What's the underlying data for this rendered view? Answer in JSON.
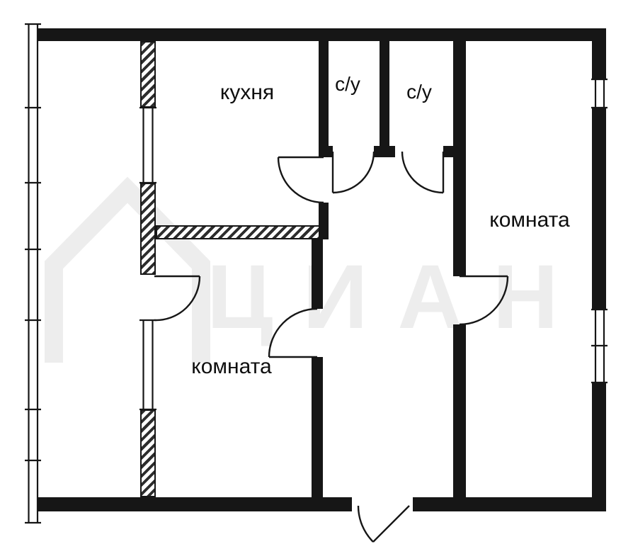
{
  "watermark": {
    "text": "ЦИАН"
  },
  "rooms": [
    {
      "id": "kitchen",
      "label": "кухня"
    },
    {
      "id": "bathroom-1",
      "label": "с/у"
    },
    {
      "id": "bathroom-2",
      "label": "с/у"
    },
    {
      "id": "room-right",
      "label": "комната"
    },
    {
      "id": "room-left",
      "label": "комната"
    }
  ],
  "colors": {
    "wall": "#161616",
    "background": "#ffffff",
    "watermark": "#ededed",
    "label": "#0e0e0e"
  }
}
